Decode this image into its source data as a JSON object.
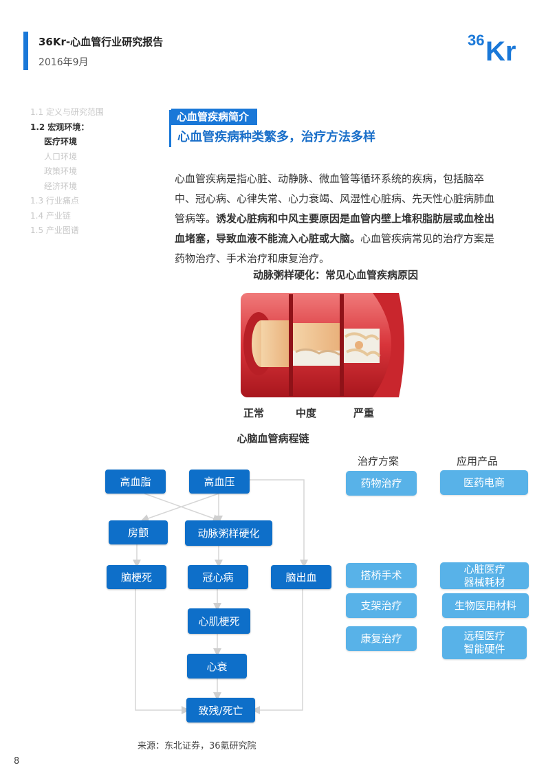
{
  "header": {
    "title": "36Kr-心血管行业研究报告",
    "date": "2016年9月",
    "logo_text_small": "36",
    "logo_text_big": "Kr",
    "brand_color": "#1a78d8"
  },
  "toc": {
    "items": [
      {
        "label": "1.1  定义与研究范围"
      },
      {
        "label": "1.2  宏观环境："
      },
      {
        "label": "医疗环境"
      },
      {
        "label": "人口环境"
      },
      {
        "label": "政策环境"
      },
      {
        "label": "经济环境"
      },
      {
        "label": "1.3  行业痛点"
      },
      {
        "label": "1.4  产业链"
      },
      {
        "label": "1.5  产业图谱"
      }
    ]
  },
  "section": {
    "tag": "心血管疾病简介",
    "title": "心血管疾病种类繁多，治疗方法多样"
  },
  "paragraph": {
    "part1": "心血管疾病是指心脏、动静脉、微血管等循环系统的疾病，包括脑卒中、冠心病、心律失常、心力衰竭、风湿性心脏病、先天性心脏病肺血管病等。",
    "part2_bold": "诱发心脏病和中风主要原因是血管内壁上堆积脂肪层或血栓出血堵塞，导致血液不能流入心脏或大脑。",
    "part3": "心血管疾病常见的治疗方案是药物治疗、手术治疗和康复治疗。"
  },
  "figure": {
    "caption": "动脉粥样硬化：常见心血管疾病原因",
    "labels": [
      "正常",
      "中度",
      "严重"
    ]
  },
  "flow": {
    "title": "心脑血管病程链",
    "nodes": {
      "hyperlipidemia": "高血脂",
      "hypertension": "高血压",
      "atrial_fibrillation": "房颤",
      "atherosclerosis": "动脉粥样硬化",
      "cerebral_infarction": "脑梗死",
      "coronary": "冠心病",
      "cerebral_hemorrhage": "脑出血",
      "myocardial_infarction": "心肌梗死",
      "heart_failure": "心衰",
      "disability_death": "致残/死亡"
    },
    "treatment_header": "治疗方案",
    "products_header": "应用产品",
    "treatments": [
      "药物治疗",
      "搭桥手术",
      "支架治疗",
      "康复治疗"
    ],
    "products": [
      "医药电商",
      "心脏医疗\n器械耗材",
      "生物医用材料",
      "远程医疗\n智能硬件"
    ]
  },
  "source": "来源：东北证券，36氪研究院",
  "page_number": "8"
}
